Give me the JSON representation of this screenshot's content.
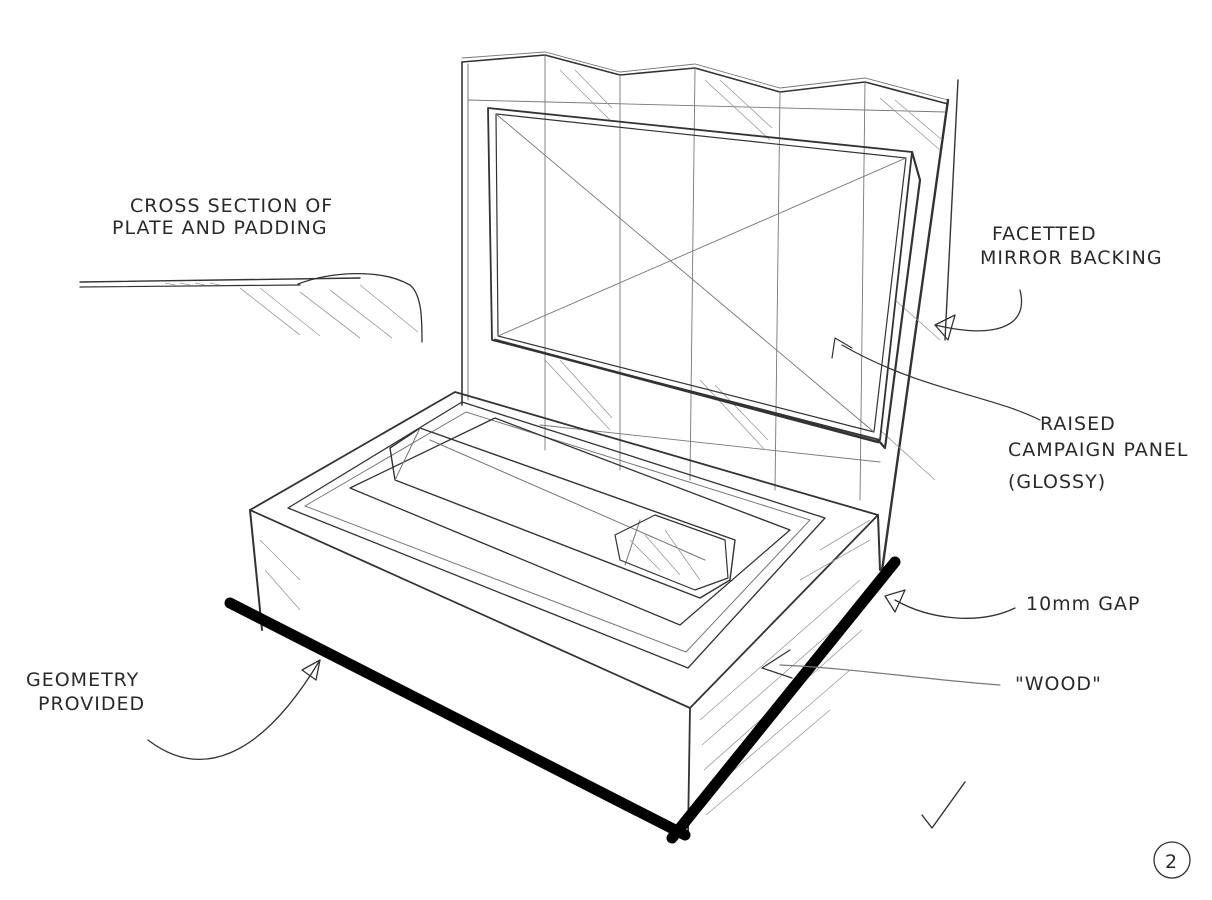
{
  "annotations": {
    "cross_section_line1": "CROSS SECTION OF",
    "cross_section_line2": "PLATE AND PADDING",
    "mirror_line1": "FACETTED",
    "mirror_line2": "MIRROR BACKING",
    "panel_line1": "RAISED",
    "panel_line2": "CAMPAIGN PANEL",
    "panel_line3": "(GLOSSY)",
    "gap": "10mm GAP",
    "wood": "\"WOOD\"",
    "geometry_line1": "GEOMETRY",
    "geometry_line2": "PROVIDED"
  },
  "page_number": "2",
  "ink_color": "#333333",
  "heavy_line_color": "#000000"
}
